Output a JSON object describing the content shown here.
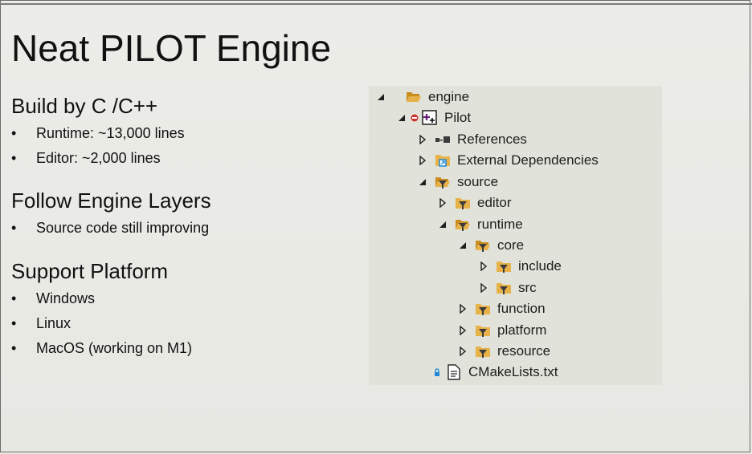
{
  "slide": {
    "title": "Neat PILOT Engine",
    "sections": [
      {
        "heading": "Build by C /C++",
        "bullets": [
          "Runtime: ~13,000 lines",
          "Editor: ~2,000 lines"
        ]
      },
      {
        "heading": "Follow Engine Layers",
        "bullets": [
          "Source code still improving"
        ]
      },
      {
        "heading": "Support Platform",
        "bullets": [
          "Windows",
          "Linux",
          "MacOS (working on M1)"
        ]
      }
    ],
    "bullet_char": "•"
  },
  "solution_explorer": {
    "items": [
      {
        "label": "engine",
        "icon": "folder-open-icon",
        "expander": "expanded"
      },
      {
        "label": "Pilot",
        "icon": "cpp-project-icon",
        "expander": "expanded",
        "status_icon": "no-entry-icon"
      },
      {
        "label": "References",
        "icon": "references-icon",
        "expander": "collapsed"
      },
      {
        "label": "External Dependencies",
        "icon": "external-dependencies-icon",
        "expander": "collapsed"
      },
      {
        "label": "source",
        "icon": "filter-folder-open-icon",
        "expander": "expanded"
      },
      {
        "label": "editor",
        "icon": "filter-folder-icon",
        "expander": "collapsed"
      },
      {
        "label": "runtime",
        "icon": "filter-folder-open-icon",
        "expander": "expanded"
      },
      {
        "label": "core",
        "icon": "filter-folder-open-icon",
        "expander": "expanded"
      },
      {
        "label": "include",
        "icon": "filter-folder-icon",
        "expander": "collapsed"
      },
      {
        "label": "src",
        "icon": "filter-folder-icon",
        "expander": "collapsed"
      },
      {
        "label": "function",
        "icon": "filter-folder-icon",
        "expander": "collapsed"
      },
      {
        "label": "platform",
        "icon": "filter-folder-icon",
        "expander": "collapsed"
      },
      {
        "label": "resource",
        "icon": "filter-folder-icon",
        "expander": "collapsed"
      },
      {
        "label": "CMakeLists.txt",
        "icon": "text-file-icon",
        "expander": "none",
        "status_icon": "lock-icon"
      }
    ]
  },
  "colors": {
    "folder_fill": "#e8b24a",
    "folder_dark": "#c98d1f",
    "filter_dark": "#3b3b3b",
    "project_purple": "#68217a",
    "no_entry_red": "#d0312d",
    "lock_blue": "#1e88d6",
    "tree_background": "#e1e3da"
  }
}
